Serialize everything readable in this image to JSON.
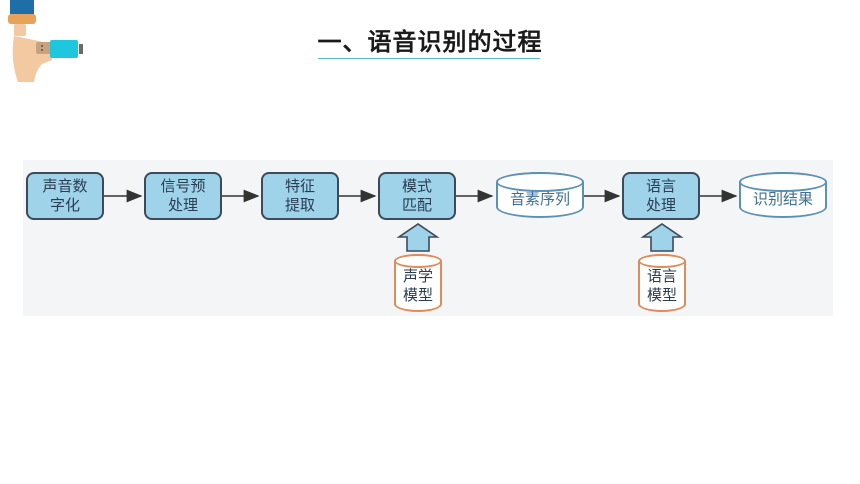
{
  "title": "一、语音识别的过程",
  "diagram": {
    "nodes": {
      "n1": "声音数\n字化",
      "n2": "信号预\n处理",
      "n3": "特征\n提取",
      "n4": "模式\n匹配",
      "n5": "音素序列",
      "n6": "语言\n处理",
      "n7": "识别结果",
      "m1": "声学\n模型",
      "m2": "语言\n模型"
    }
  },
  "colors": {
    "process_fill": "#9ed3ea",
    "process_border": "#3c4a5a",
    "data_border": "#5a92b6",
    "model_border": "#e08c5a",
    "accent": "#24c6dc"
  },
  "icons": [
    "hand-holding-usb-icon"
  ]
}
